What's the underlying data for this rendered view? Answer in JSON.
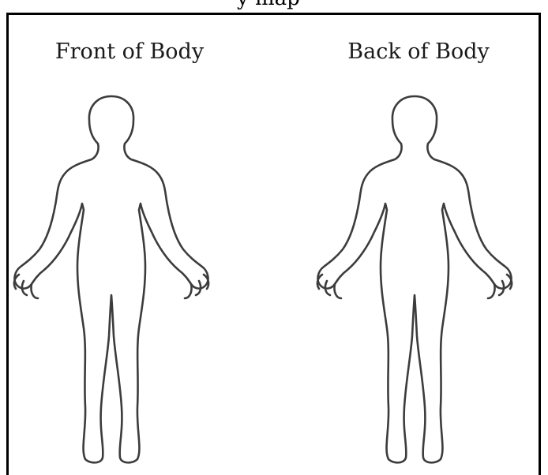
{
  "header": {
    "cropped_text": "y map"
  },
  "labels": {
    "front": "Front of Body",
    "back": "Back of Body"
  },
  "figures": [
    {
      "id": "front",
      "icon": "human-body-outline-front-icon"
    },
    {
      "id": "back",
      "icon": "human-body-outline-back-icon"
    }
  ],
  "colors": {
    "frame": "#000000",
    "outline": "#3c3c3c",
    "text": "#1a1a1a"
  }
}
